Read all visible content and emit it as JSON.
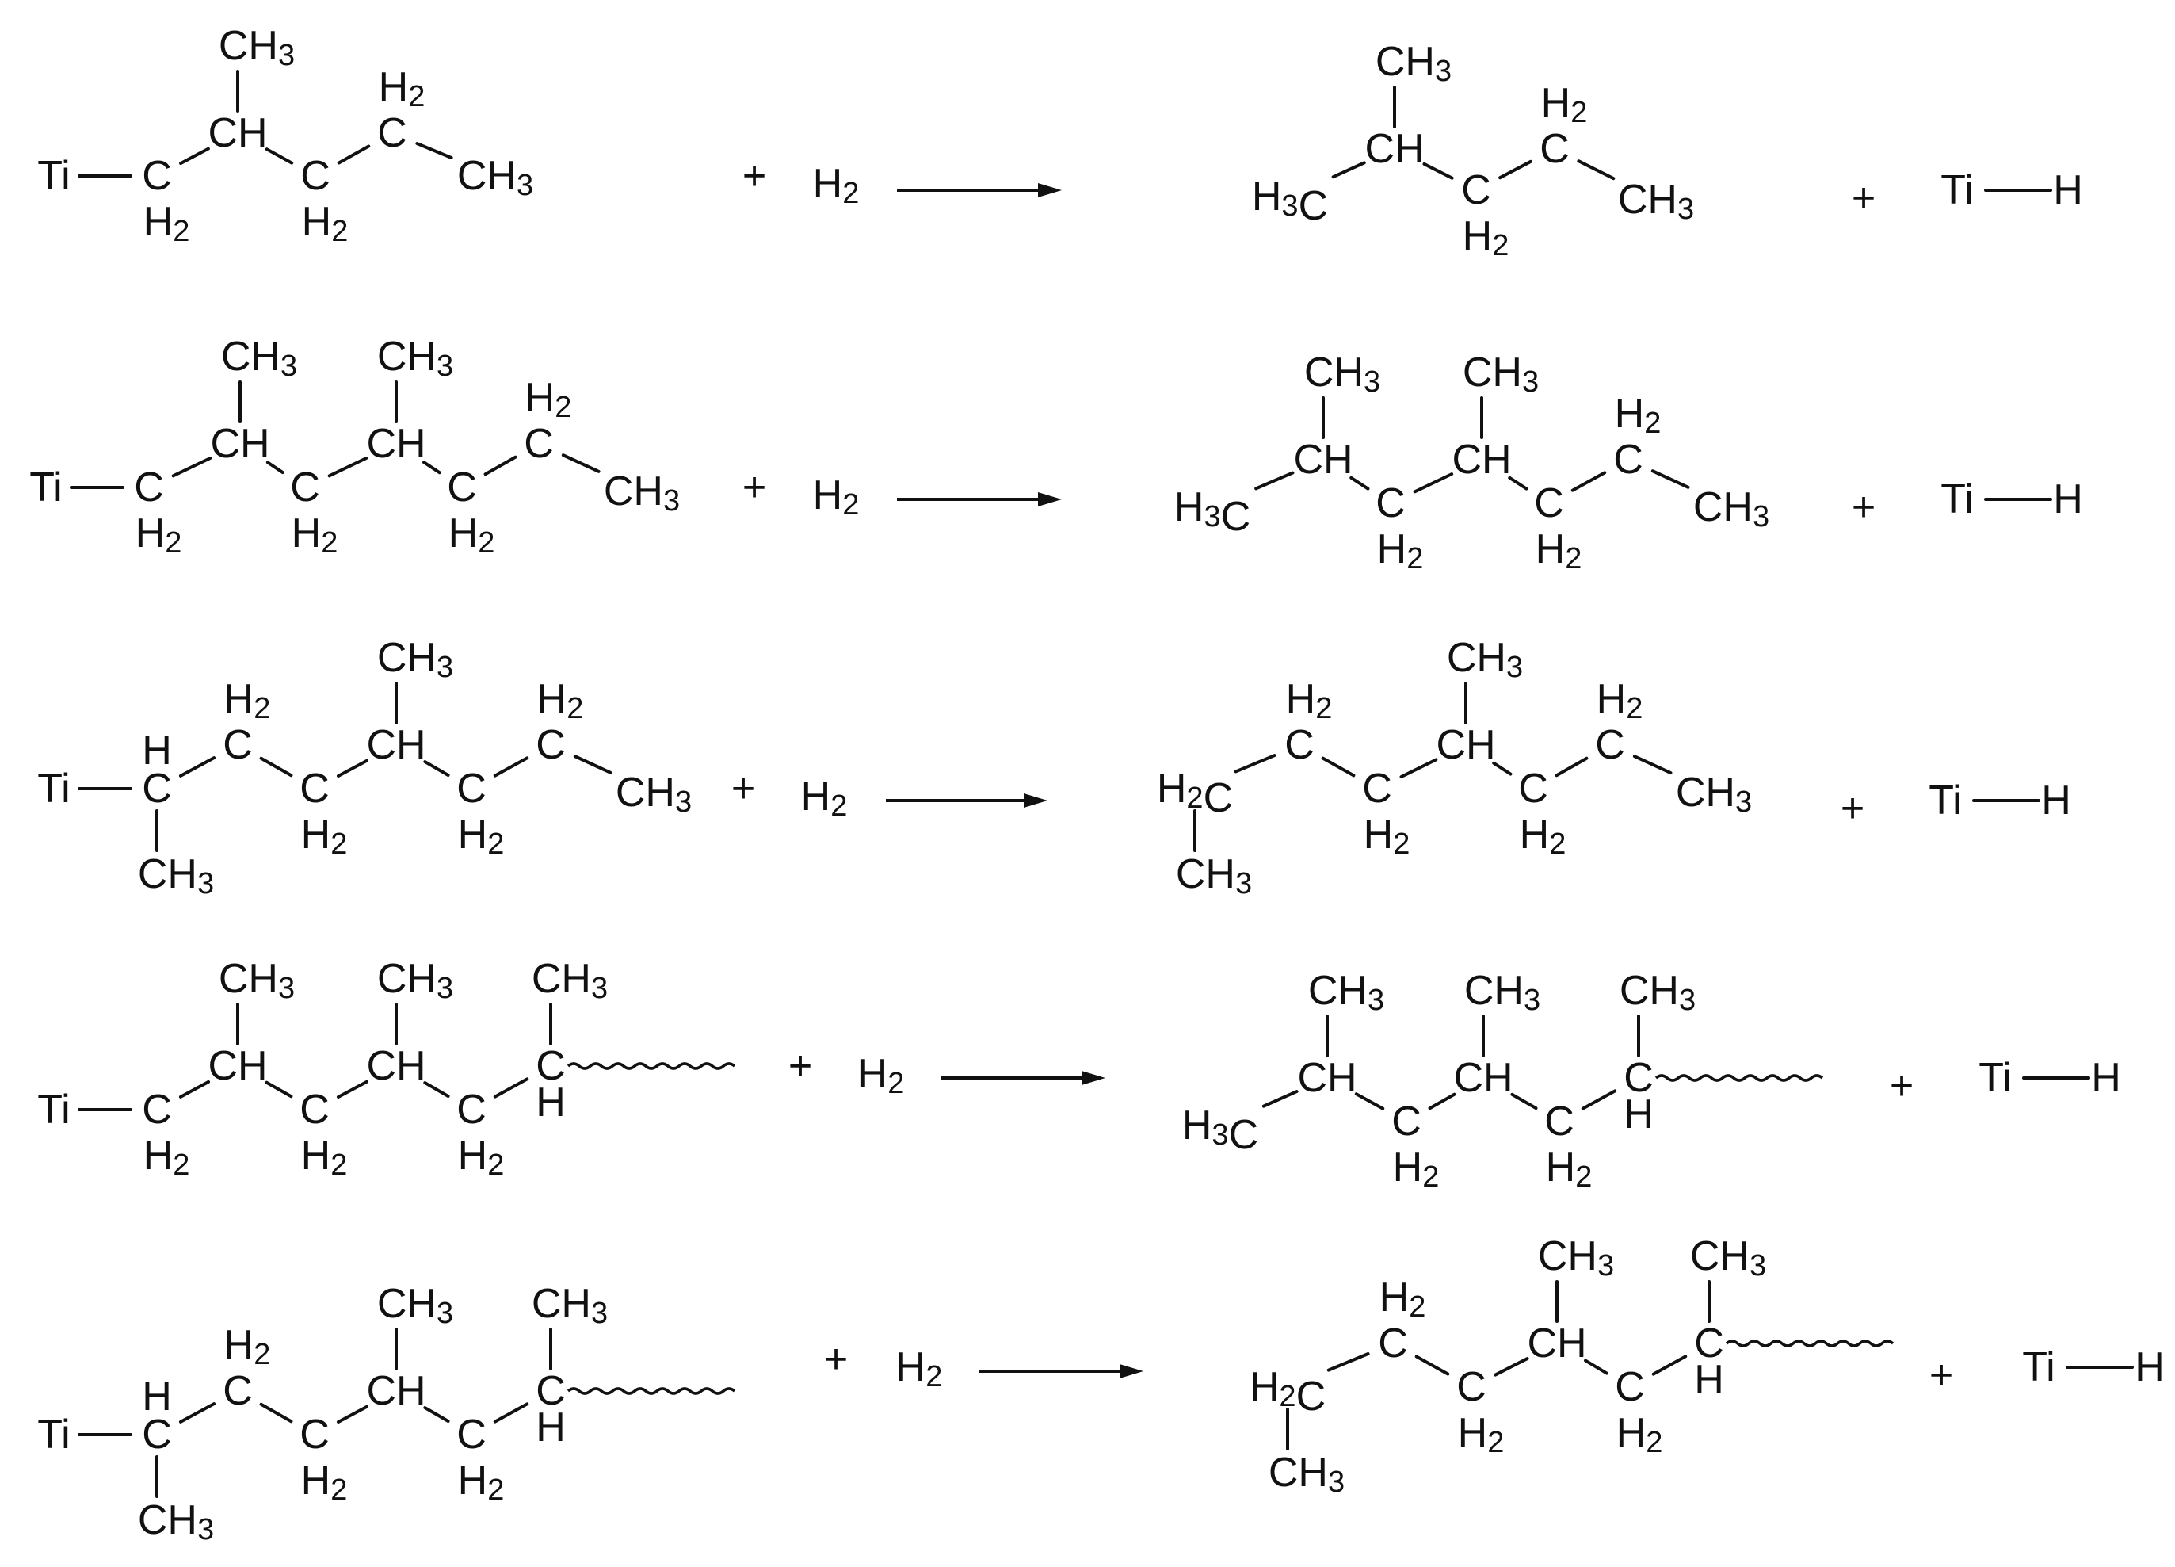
{
  "labels": {
    "ti": "Ti",
    "hydrogen": "H",
    "carbon": "C",
    "sub2": "2",
    "sub3": "3",
    "plus": "+"
  },
  "reactions": [
    {
      "reactant": "Ti–CH2–CH(CH3)–CH2–CH2–CH3",
      "reagent": "H2",
      "products": [
        "H3C–CH(CH3)–CH2–CH2–CH3",
        "Ti–H"
      ]
    },
    {
      "reactant": "Ti–CH2–CH(CH3)–CH2–CH(CH3)–CH2–CH2–CH3",
      "reagent": "H2",
      "products": [
        "H3C–CH(CH3)–CH2–CH(CH3)–CH2–CH2–CH3",
        "Ti–H"
      ]
    },
    {
      "reactant": "Ti–CH(CH3)–CH2–CH2–CH(CH3)–CH2–CH2–CH3",
      "reagent": "H2",
      "products": [
        "CH3–CH2–CH2–CH2–CH(CH3)–CH2–CH2–CH3",
        "Ti–H"
      ]
    },
    {
      "reactant": "Ti–CH2–CH(CH3)–CH2–CH(CH3)–CH2–CH(CH3)~~~",
      "reagent": "H2",
      "products": [
        "H3C–CH(CH3)–CH2–CH(CH3)–CH2–CH(CH3)~~~",
        "Ti–H"
      ]
    },
    {
      "reactant": "Ti–CH(CH3)–CH2–CH2–CH(CH3)–CH2–CH(CH3)~~~",
      "reagent": "H2",
      "products": [
        "CH3–CH2–CH2–CH2–CH(CH3)–CH2–CH(CH3)~~~",
        "Ti–H"
      ]
    }
  ]
}
